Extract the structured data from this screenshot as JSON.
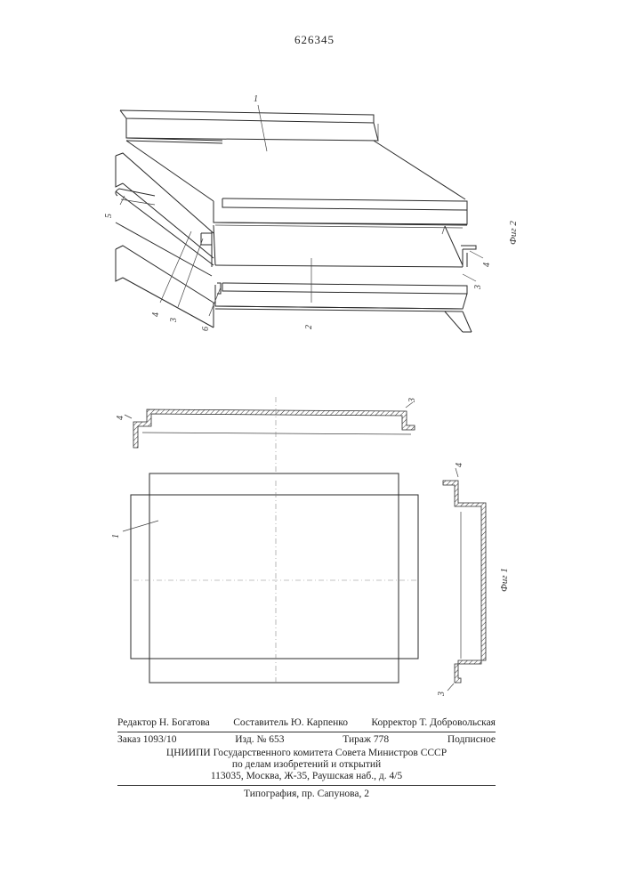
{
  "page_number": "626345",
  "figure2": {
    "caption": "Фиг 2",
    "labels": {
      "l1": "1",
      "l2": "2",
      "l3a": "3",
      "l3b": "3",
      "l4a": "4",
      "l4b": "4",
      "l5": "5",
      "l6": "6"
    }
  },
  "figure1": {
    "caption": "Фиг 1",
    "labels": {
      "l1": "1",
      "l3a": "3",
      "l3b": "3",
      "l4a": "4",
      "l4b": "4"
    }
  },
  "imprint": {
    "editor": "Редактор Н. Богатова",
    "compiler": "Составитель Ю. Карпенко",
    "corrector": "Корректор Т. Добровольская",
    "order": "Заказ 1093/10",
    "edition": "Изд. № 653",
    "circulation": "Тираж 778",
    "subscription": "Подписное",
    "org_line1": "ЦНИИПИ Государственного комитета Совета Министров СССР",
    "org_line2": "по делам изобретений и открытий",
    "org_line3": "113035, Москва, Ж-35, Раушская наб., д. 4/5",
    "printer": "Типография, пр. Сапунова, 2"
  }
}
